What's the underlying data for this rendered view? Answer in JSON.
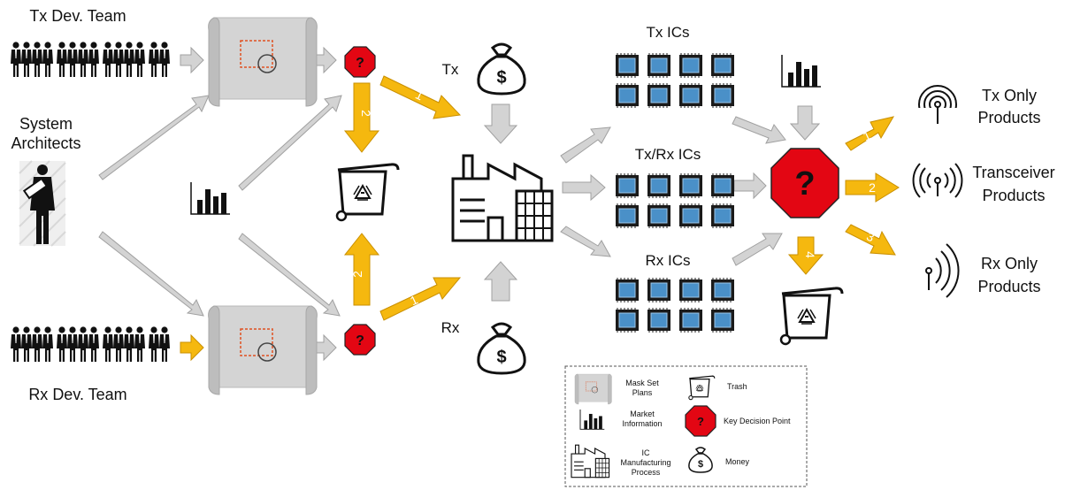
{
  "labels": {
    "tx_team": "Tx Dev. Team",
    "rx_team": "Rx Dev. Team",
    "architects_line1": "System",
    "architects_line2": "Architects",
    "tx": "Tx",
    "rx": "Rx",
    "tx_ics": "Tx ICs",
    "txrx_ics": "Tx/Rx ICs",
    "rx_ics": "Rx ICs",
    "tx_products_line1": "Tx Only",
    "tx_products_line2": "Products",
    "trx_products_line1": "Transceiver",
    "trx_products_line2": "Products",
    "rx_products_line1": "Rx Only",
    "rx_products_line2": "Products",
    "decision_mark": "?",
    "money_mark": "$"
  },
  "arrow_numbers": {
    "tx_to_fab": "1",
    "tx_to_trash": "2",
    "rx_to_trash": "2",
    "rx_to_fab": "1",
    "to_tx_products": "1",
    "to_trx_products": "2",
    "to_rx_products": "3",
    "to_trash": "4"
  },
  "legend": {
    "mask_line1": "Mask Set",
    "mask_line2": "Plans",
    "trash": "Trash",
    "market_line1": "Market",
    "market_line2": "Information",
    "decision": "Key Decision Point",
    "ic_line1": "IC",
    "ic_line2": "Manufacturing",
    "ic_line3": "Process",
    "money": "Money"
  },
  "colors": {
    "flow_arrow": "#f5b80f",
    "neutral_arrow": "#d0d0d0",
    "decision": "#e30613",
    "chip": "#4a90c8"
  }
}
